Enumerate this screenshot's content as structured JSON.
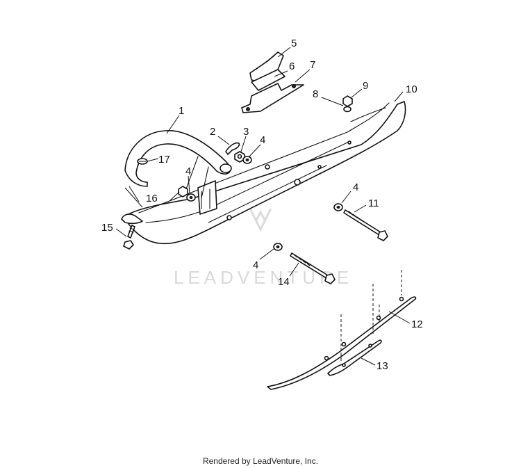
{
  "watermark": "LEADVENTURE",
  "footer": "Rendered by LeadVenture, Inc.",
  "callouts": {
    "c1": "1",
    "c2": "2",
    "c3": "3",
    "c4a": "4",
    "c4b": "4",
    "c4c": "4",
    "c4d": "4",
    "c5": "5",
    "c6": "6",
    "c7": "7",
    "c8": "8",
    "c9": "9",
    "c10": "10",
    "c11": "11",
    "c12": "12",
    "c13": "13",
    "c14": "14",
    "c15": "15",
    "c16": "16",
    "c17": "17"
  }
}
